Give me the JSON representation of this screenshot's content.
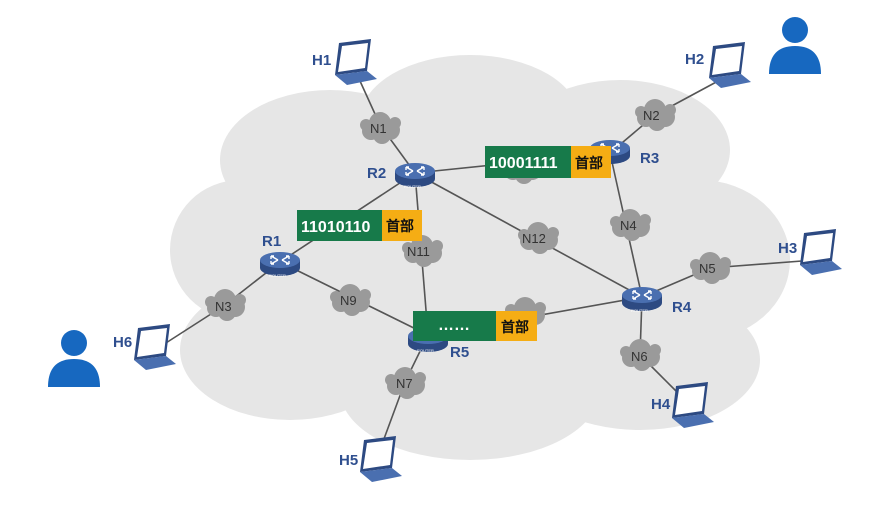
{
  "colors": {
    "router": "#3f5f9f",
    "bits_bg": "#177a4a",
    "header_bg": "#f5ad14",
    "person": "#1768c0",
    "cloud": "#9a9a9a"
  },
  "hosts": [
    "H1",
    "H2",
    "H3",
    "H4",
    "H5",
    "H6"
  ],
  "routers": [
    "R1",
    "R2",
    "R3",
    "R4",
    "R5"
  ],
  "networks": [
    "N1",
    "N2",
    "N3",
    "N4",
    "N5",
    "N6",
    "N7",
    "N9",
    "N11",
    "N12"
  ],
  "router_caption": "ROUTER",
  "packets": [
    {
      "bits": "11010110",
      "header": "首部"
    },
    {
      "bits": "10001111",
      "header": "首部"
    },
    {
      "bits": "……",
      "header": "首部"
    }
  ],
  "icons": {
    "person": "person-icon",
    "laptop": "laptop-icon",
    "router": "router-icon",
    "cloud": "cloud-icon"
  }
}
